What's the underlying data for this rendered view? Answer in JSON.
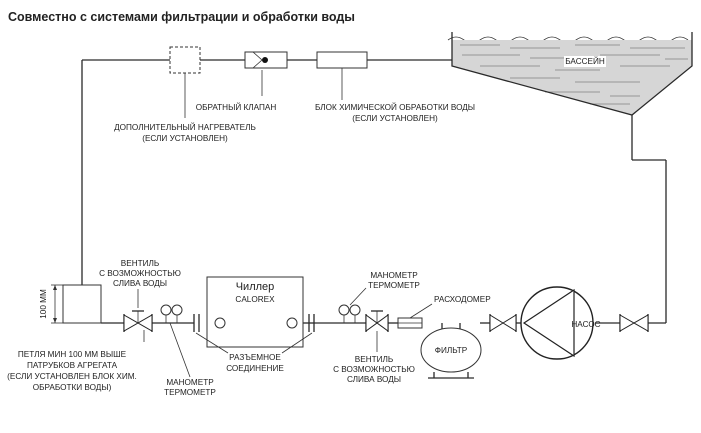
{
  "title": "Совместно с системами фильтрации и обработки воды",
  "labels": {
    "pool": "БАССЕЙН",
    "check_valve": "ОБРАТНЫЙ КЛАПАН",
    "chem_1": "БЛОК ХИМИЧЕСКОЙ ОБРАБОТКИ ВОДЫ",
    "chem_2": "(ЕСЛИ УСТАНОВЛЕН)",
    "heater_1": "ДОПОЛНИТЕЛЬНЫЙ НАГРЕВАТЕЛЬ",
    "heater_2": "(ЕСЛИ УСТАНОВЛЕН)",
    "chiller_name": "Чиллер",
    "chiller_brand": "CALOREX",
    "pump": "НАСОС",
    "filter": "ФИЛЬТР",
    "flowmeter": "РАСХОДОМЕР",
    "gauge_right_1": "МАНОМЕТР",
    "gauge_right_2": "ТЕРМОМЕТР",
    "gauge_left_1": "МАНОМЕТР",
    "gauge_left_2": "ТЕРМОМЕТР",
    "drain_left_1": "ВЕНТИЛЬ",
    "drain_left_2": "С ВОЗМОЖНОСТЬЮ",
    "drain_left_3": "СЛИВА ВОДЫ",
    "drain_right_1": "ВЕНТИЛЬ",
    "drain_right_2": "С ВОЗМОЖНОСТЬЮ",
    "drain_right_3": "СЛИВА ВОДЫ",
    "union_1": "РАЗЪЕМНОЕ",
    "union_2": "СОЕДИНЕНИЕ",
    "loop_height": "100 ММ",
    "loop_1": "ПЕТЛЯ МИН 100 ММ ВЫШЕ",
    "loop_2": "ПАТРУБКОВ АГРЕГАТА",
    "loop_3": "(ЕСЛИ УСТАНОВЛЕН БЛОК ХИМ.",
    "loop_4": "ОБРАБОТКИ ВОДЫ)"
  }
}
